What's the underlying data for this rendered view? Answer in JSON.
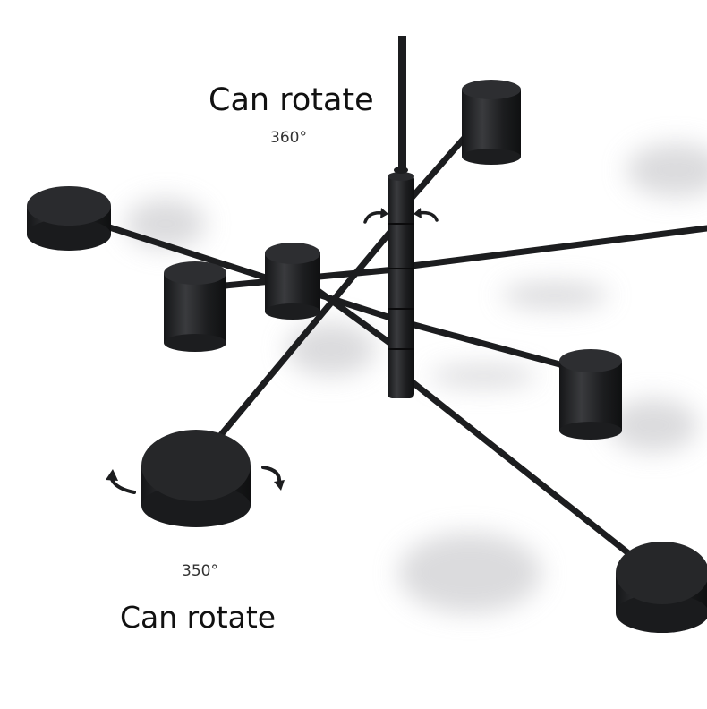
{
  "labels": {
    "top_rotate": "Can rotate",
    "top_angle": "360°",
    "bottom_angle": "350°",
    "bottom_rotate": "Can rotate"
  },
  "colors": {
    "background": "#ffffff",
    "fixture": "#1c1d1f",
    "fixture_highlight": "#3a3b3e",
    "shadow": "#cfcfd2"
  },
  "icons": {
    "rotate_arrows": "curved-rotate-arrow-icon"
  }
}
